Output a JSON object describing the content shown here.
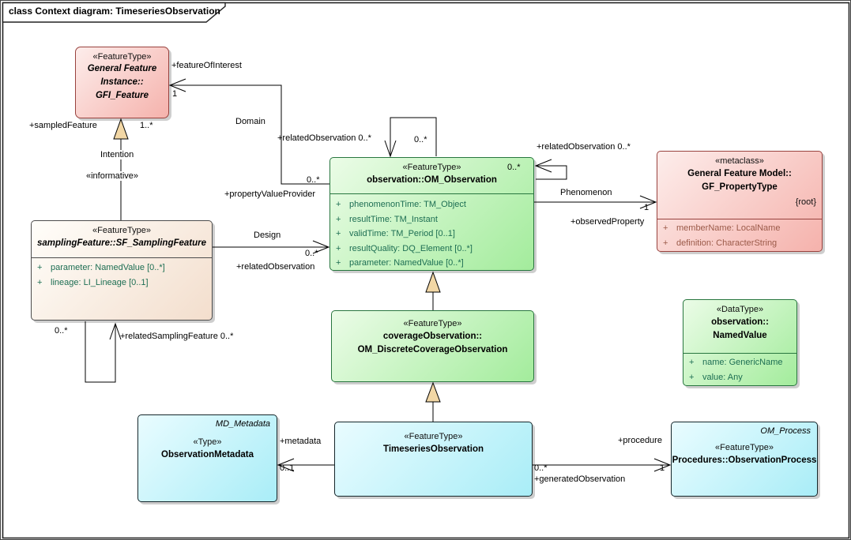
{
  "frame": {
    "title": "class Context diagram: TimeseriesObservation"
  },
  "ui": {
    "plus": "+"
  },
  "classes": {
    "gfi": {
      "stereotype": "«FeatureType»",
      "line1": "General Feature",
      "line2": "Instance::",
      "line3": "GFI_Feature"
    },
    "om": {
      "stereotype": "«FeatureType»",
      "name": "observation::OM_Observation",
      "attrs": [
        "phenomenonTime: TM_Object",
        "resultTime: TM_Instant",
        "validTime: TM_Period [0..1]",
        "resultQuality: DQ_Element [0..*]",
        "parameter: NamedValue [0..*]"
      ]
    },
    "gfp": {
      "stereotype": "«metaclass»",
      "line1": "General Feature Model::",
      "line2": "GF_PropertyType",
      "tag": "{root}",
      "attrs": [
        "memberName: LocalName",
        "definition: CharacterString"
      ]
    },
    "sf": {
      "stereotype": "«FeatureType»",
      "name": "samplingFeature::SF_SamplingFeature",
      "attrs": [
        "parameter: NamedValue [0..*]",
        "lineage: LI_Lineage [0..1]"
      ]
    },
    "dco": {
      "stereotype": "«FeatureType»",
      "line1": "coverageObservation::",
      "line2": "OM_DiscreteCoverageObservation"
    },
    "nv": {
      "stereotype": "«DataType»",
      "line1": "observation::",
      "line2": "NamedValue",
      "attrs": [
        "name: GenericName",
        "value: Any"
      ]
    },
    "omd": {
      "type_label": "MD_Metadata",
      "stereotype": "«Type»",
      "name": "ObservationMetadata"
    },
    "tso": {
      "stereotype": "«FeatureType»",
      "name": "TimeseriesObservation"
    },
    "op": {
      "type_label": "OM_Process",
      "stereotype": "«FeatureType»",
      "name": "Procedures::ObservationProcess"
    }
  },
  "labels": {
    "featureOfInterest": "+featureOfInterest",
    "foi_mult": "1",
    "domain": "Domain",
    "pvp_mult": "0..*",
    "propertyValueProvider": "+propertyValueProvider",
    "relObs_top": "+relatedObservation 0..*",
    "relObs_top_mult": "0..*",
    "relObs_right": "+relatedObservation 0..*",
    "relObs_right_mult": "0..*",
    "phenomenon": "Phenomenon",
    "obsProp_mult": "1",
    "observedProperty": "+observedProperty",
    "design": "Design",
    "design_mult": "0..*",
    "relatedObservation": "+relatedObservation",
    "sampledFeature": "+sampledFeature",
    "sampledFeature_mult": "1..*",
    "intention": "Intention",
    "informative": "«informative»",
    "relSampling_mult": "0..*",
    "relatedSamplingFeature": "+relatedSamplingFeature 0..*",
    "metadata": "+metadata",
    "metadata_mult": "0..1",
    "procedure": "+procedure",
    "procedure_mult": "1",
    "genObs_mult": "0..*",
    "generatedObservation": "+generatedObservation"
  },
  "colors": {
    "feature_fill": "#a3ec9c",
    "metaclass_fill": "#f5b2ac",
    "sampling_fill": "#f3decd",
    "timeseries_fill": "#a9edf7",
    "attr_green_text": "#1d6e53",
    "attr_brown_text": "#9b5a49",
    "generalization_triangle": "#f2d7a5"
  }
}
